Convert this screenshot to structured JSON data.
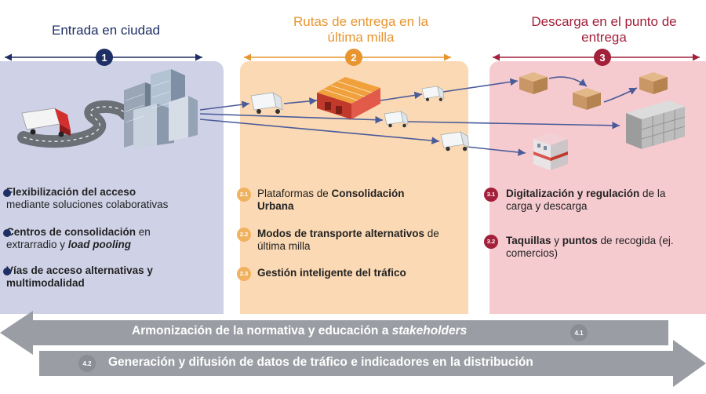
{
  "phases": [
    {
      "title": "Entrada en ciudad",
      "number": "1",
      "color": "#1e2f66"
    },
    {
      "title_line1": "Rutas de entrega en la",
      "title_line2": "última milla",
      "number": "2",
      "color": "#e8952f"
    },
    {
      "title_line1": "Descarga en el punto de",
      "title_line2": "entrega",
      "number": "3",
      "color": "#a3203a"
    }
  ],
  "column1": {
    "items": [
      {
        "bold": "Flexibilización del acceso",
        "rest": "mediante soluciones colaborativas"
      },
      {
        "bold": "Centros de consolidación",
        "rest_a": " en",
        "rest_b": "extrarradio y ",
        "italic": "load pooling"
      },
      {
        "bold_a": "Vías de acceso alternativas y",
        "bold_b": "multimodalidad"
      }
    ]
  },
  "column2": {
    "items": [
      {
        "num": "2.1",
        "text_a": "Plataformas de ",
        "bold_a": "Consolidación",
        "bold_b": "Urbana"
      },
      {
        "num": "2.2",
        "bold_a": "Modos de transporte alternativos",
        "text_a": " de",
        "text_b": "última milla"
      },
      {
        "num": "2.3",
        "bold_a": "Gestión inteligente del tráfico"
      }
    ]
  },
  "column3": {
    "items": [
      {
        "num": "3.1",
        "bold_a": "Digitalización y regulación",
        "text_a": " de la",
        "text_b": "carga y descarga"
      },
      {
        "num": "3.2",
        "bold_a": "Taquillas",
        "text_a": " y ",
        "bold_b": "puntos",
        "text_b": " de recogida (ej.",
        "text_c": "comercios)"
      }
    ]
  },
  "banners": [
    {
      "text": "Armonización de la normativa y educación a ",
      "italic": "stakeholders",
      "num": "4.1"
    },
    {
      "text": "Generación y difusión de datos de tráfico e indicadores en la distribución",
      "num": "4.2"
    }
  ],
  "icons": [
    "truck-icon",
    "road-icon",
    "city-buildings-icon",
    "van-icon",
    "warehouse-icon",
    "box-icon",
    "shop-icon",
    "locker-icon"
  ]
}
